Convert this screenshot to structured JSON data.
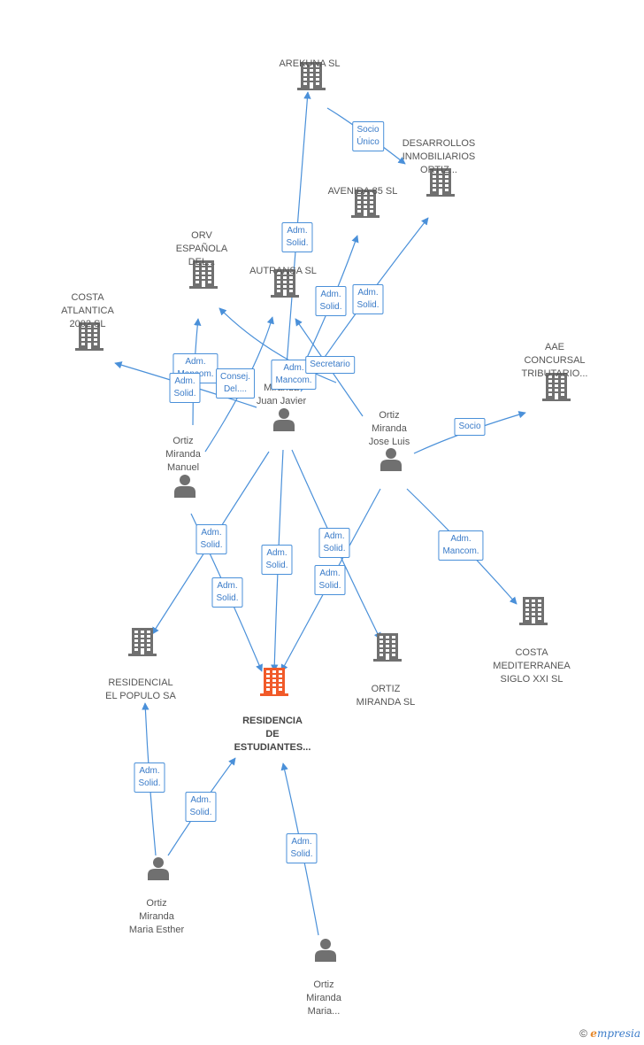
{
  "colors": {
    "company": "#707070",
    "focus": "#f15a29",
    "person": "#707070",
    "edge": "#4a90d9"
  },
  "nodes": [
    {
      "id": "arekuna",
      "kind": "company",
      "label": "AREKUNA SL"
    },
    {
      "id": "desarrollos",
      "kind": "company",
      "label": "DESARROLLOS\nINMOBILIARIOS\nORTIZ..."
    },
    {
      "id": "avenida85",
      "kind": "company",
      "label": "AVENIDA 85 SL"
    },
    {
      "id": "orv",
      "kind": "company",
      "label": "ORV\nESPAÑOLA\nDEL..."
    },
    {
      "id": "autransa",
      "kind": "company",
      "label": "AUTRANSA SL"
    },
    {
      "id": "costaatl",
      "kind": "company",
      "label": "COSTA\nATLANTICA\n2002 SL"
    },
    {
      "id": "aae",
      "kind": "company",
      "label": "AAE\nCONCURSAL\nTRIBUTARIO..."
    },
    {
      "id": "juanjavier",
      "kind": "person",
      "label": "Miranda\nJuan Javier"
    },
    {
      "id": "joseluis",
      "kind": "person",
      "label": "Ortiz\nMiranda\nJose Luis"
    },
    {
      "id": "manuel",
      "kind": "person",
      "label": "Ortiz\nMiranda\nManuel"
    },
    {
      "id": "residencial",
      "kind": "company",
      "label": "RESIDENCIAL\nEL POPULO SA"
    },
    {
      "id": "residencia",
      "kind": "focus",
      "label": "RESIDENCIA\nDE\nESTUDIANTES..."
    },
    {
      "id": "ortizmiranda",
      "kind": "company",
      "label": "ORTIZ\nMIRANDA SL"
    },
    {
      "id": "costamed",
      "kind": "company",
      "label": "COSTA\nMEDITERRANEA\nSIGLO XXI SL"
    },
    {
      "id": "mariaesther",
      "kind": "person",
      "label": "Ortiz\nMiranda\nMaria Esther"
    },
    {
      "id": "mariadots",
      "kind": "person",
      "label": "Ortiz\nMiranda\nMaria..."
    }
  ],
  "edges": [
    {
      "from": "arekuna",
      "to": "desarrollos",
      "label": "Socio\nÚnico"
    },
    {
      "from": "juanjavier",
      "to": "arekuna",
      "label": "Adm.\nSolid."
    },
    {
      "from": "juanjavier",
      "to": "avenida85",
      "label": "Adm.\nSolid."
    },
    {
      "from": "juanjavier",
      "to": "desarrollos",
      "label": "Adm.\nSolid."
    },
    {
      "from": "juanjavier",
      "to": "orv",
      "label": "Adm.\nMancom."
    },
    {
      "from": "juanjavier",
      "to": "costaatl",
      "label": "Consej.\nDel...."
    },
    {
      "from": "manuel",
      "to": "orv",
      "label": "Adm.\nSolid."
    },
    {
      "from": "manuel",
      "to": "autransa",
      "label": "Adm.\nMancom."
    },
    {
      "from": "joseluis",
      "to": "autransa",
      "label": "Secretario"
    },
    {
      "from": "joseluis",
      "to": "aae",
      "label": "Socio"
    },
    {
      "from": "juanjavier",
      "to": "residencial",
      "label": "Adm.\nSolid."
    },
    {
      "from": "manuel",
      "to": "residencia",
      "label": "Adm.\nSolid."
    },
    {
      "from": "juanjavier",
      "to": "residencia",
      "label": "Adm.\nSolid."
    },
    {
      "from": "juanjavier",
      "to": "ortizmiranda",
      "label": "Adm.\nSolid."
    },
    {
      "from": "joseluis",
      "to": "residencia",
      "label": "Adm.\nSolid."
    },
    {
      "from": "joseluis",
      "to": "costamed",
      "label": "Adm.\nMancom."
    },
    {
      "from": "mariaesther",
      "to": "residencial",
      "label": "Adm.\nSolid."
    },
    {
      "from": "mariaesther",
      "to": "residencia",
      "label": "Adm.\nSolid."
    },
    {
      "from": "mariadots",
      "to": "residencia",
      "label": "Adm.\nSolid."
    }
  ],
  "footer": {
    "copyright": "©",
    "brand_initial": "e",
    "brand_rest": "mpresia"
  }
}
